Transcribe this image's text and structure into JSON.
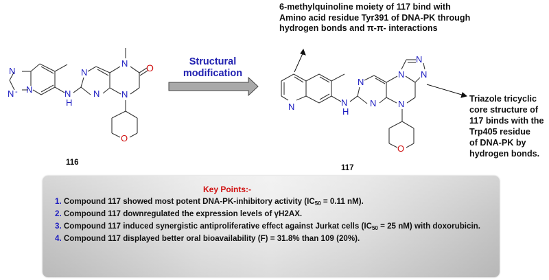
{
  "figure": {
    "left_compound": {
      "label": "116"
    },
    "right_compound": {
      "label": "117"
    },
    "transformation": {
      "line1": "Structural",
      "line2": "modification",
      "arrow_color": "#a9a9a9",
      "text_color": "#2020b0"
    },
    "annotations": {
      "quinoline": {
        "lines": [
          "6-methylquinoline moiety of 117 bind with",
          "Amino acid residue Tyr391  of DNA-PK through",
          "hydrogen bonds and π-π- interactions"
        ]
      },
      "triazole": {
        "lines": [
          "Triazole tricyclic",
          "core structure of",
          "117 binds with the",
          "Trp405 residue",
          "of DNA-PK by",
          "hydrogen bonds."
        ]
      }
    },
    "atom_colors": {
      "nitrogen": "#1a1ac0",
      "oxygen": "#d01010",
      "bond": "#333333"
    }
  },
  "key_points": {
    "title": "Key Points:-",
    "title_color": "#d01010",
    "number_color": "#1a1ac0",
    "items": [
      {
        "num": "1.",
        "pre": " Compound 117 showed most potent DNA-PK-inhibitory activity (IC",
        "sub": "50",
        "post": " = 0.11  nM)."
      },
      {
        "num": "2.",
        "pre": " Compound 117 downregulated the expression levels of γH2AX.",
        "sub": "",
        "post": ""
      },
      {
        "num": "3.",
        "pre": " Compound 117 induced synergistic antiproliferative effect against Jurkat cells (IC",
        "sub": "50",
        "post": " = 25 nM) with doxorubicin."
      },
      {
        "num": "4.",
        "pre": " Compound 117 displayed better oral bioavailability (F) = 31.8% than 109 (20%).",
        "sub": "",
        "post": ""
      }
    ]
  }
}
